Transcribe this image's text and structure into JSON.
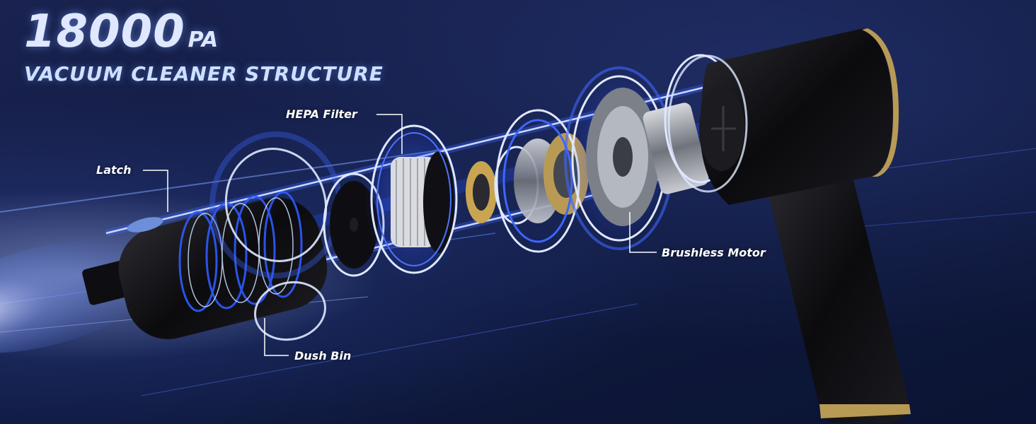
{
  "headline": {
    "value": "18000",
    "unit": "PA"
  },
  "subtitle": "VACUUM CLEANER STRUCTURE",
  "callouts": {
    "latch": "Latch",
    "hepa_filter": "HEPA Filter",
    "brushless_motor": "Brushless Motor",
    "dust_bin": "Dush Bin"
  },
  "colors": {
    "background": "#101a3f",
    "glow": "#3c63ff",
    "ring": "#d8e4ff",
    "body": "#0c0c10",
    "gold_trim": "#b89a55",
    "label_text": "#ffffff"
  }
}
